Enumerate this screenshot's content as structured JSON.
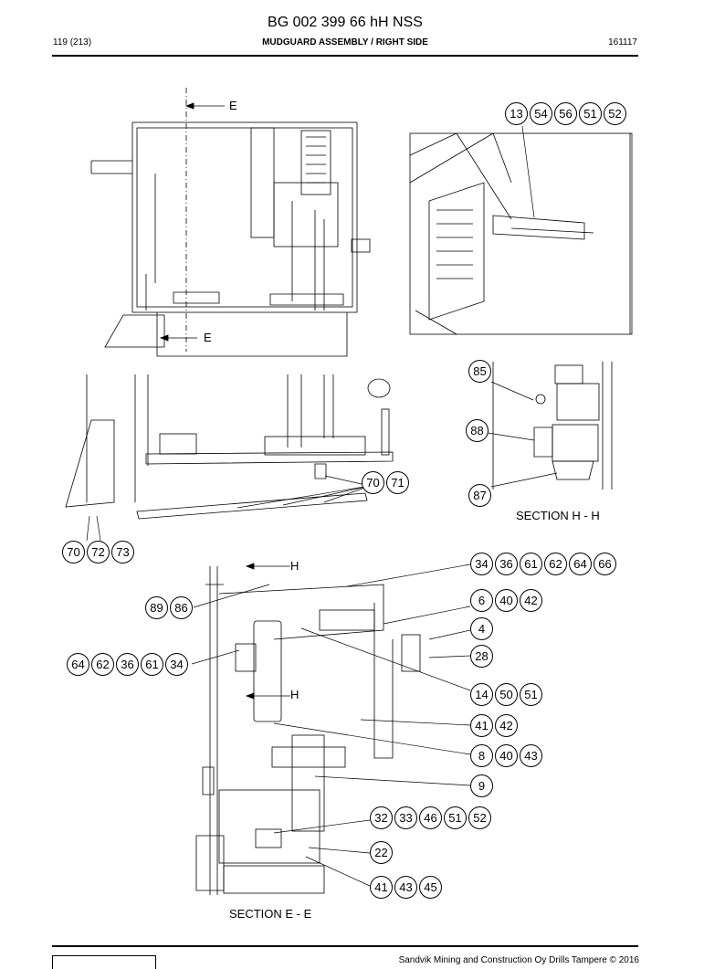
{
  "header": {
    "title": "BG 002 399 66 hH NSS",
    "page": "119 (213)",
    "section": "MUDGUARD ASSEMBLY / RIGHT SIDE",
    "date": "161117"
  },
  "footer": {
    "copyright": "Sandvik Mining and Construction Oy Drills Tampere © 2016"
  },
  "view_labels": {
    "e_top": "E",
    "e_bottom": "E",
    "h_top": "H",
    "h_bottom": "H",
    "section_h": "SECTION H - H",
    "section_e": "SECTION E - E"
  },
  "callouts": [
    [
      "13",
      "54",
      "56",
      "51",
      "52"
    ],
    [
      "85"
    ],
    [
      "88"
    ],
    [
      "87"
    ],
    [
      "70",
      "71"
    ],
    [
      "70",
      "72",
      "73"
    ],
    [
      "34",
      "36",
      "61",
      "62",
      "64",
      "66"
    ],
    [
      "89",
      "86"
    ],
    [
      "6",
      "40",
      "42"
    ],
    [
      "4"
    ],
    [
      "28"
    ],
    [
      "64",
      "62",
      "36",
      "61",
      "34"
    ],
    [
      "14",
      "50",
      "51"
    ],
    [
      "41",
      "42"
    ],
    [
      "8",
      "40",
      "43"
    ],
    [
      "9"
    ],
    [
      "32",
      "33",
      "46",
      "51",
      "52"
    ],
    [
      "22"
    ],
    [
      "41",
      "43",
      "45"
    ]
  ]
}
